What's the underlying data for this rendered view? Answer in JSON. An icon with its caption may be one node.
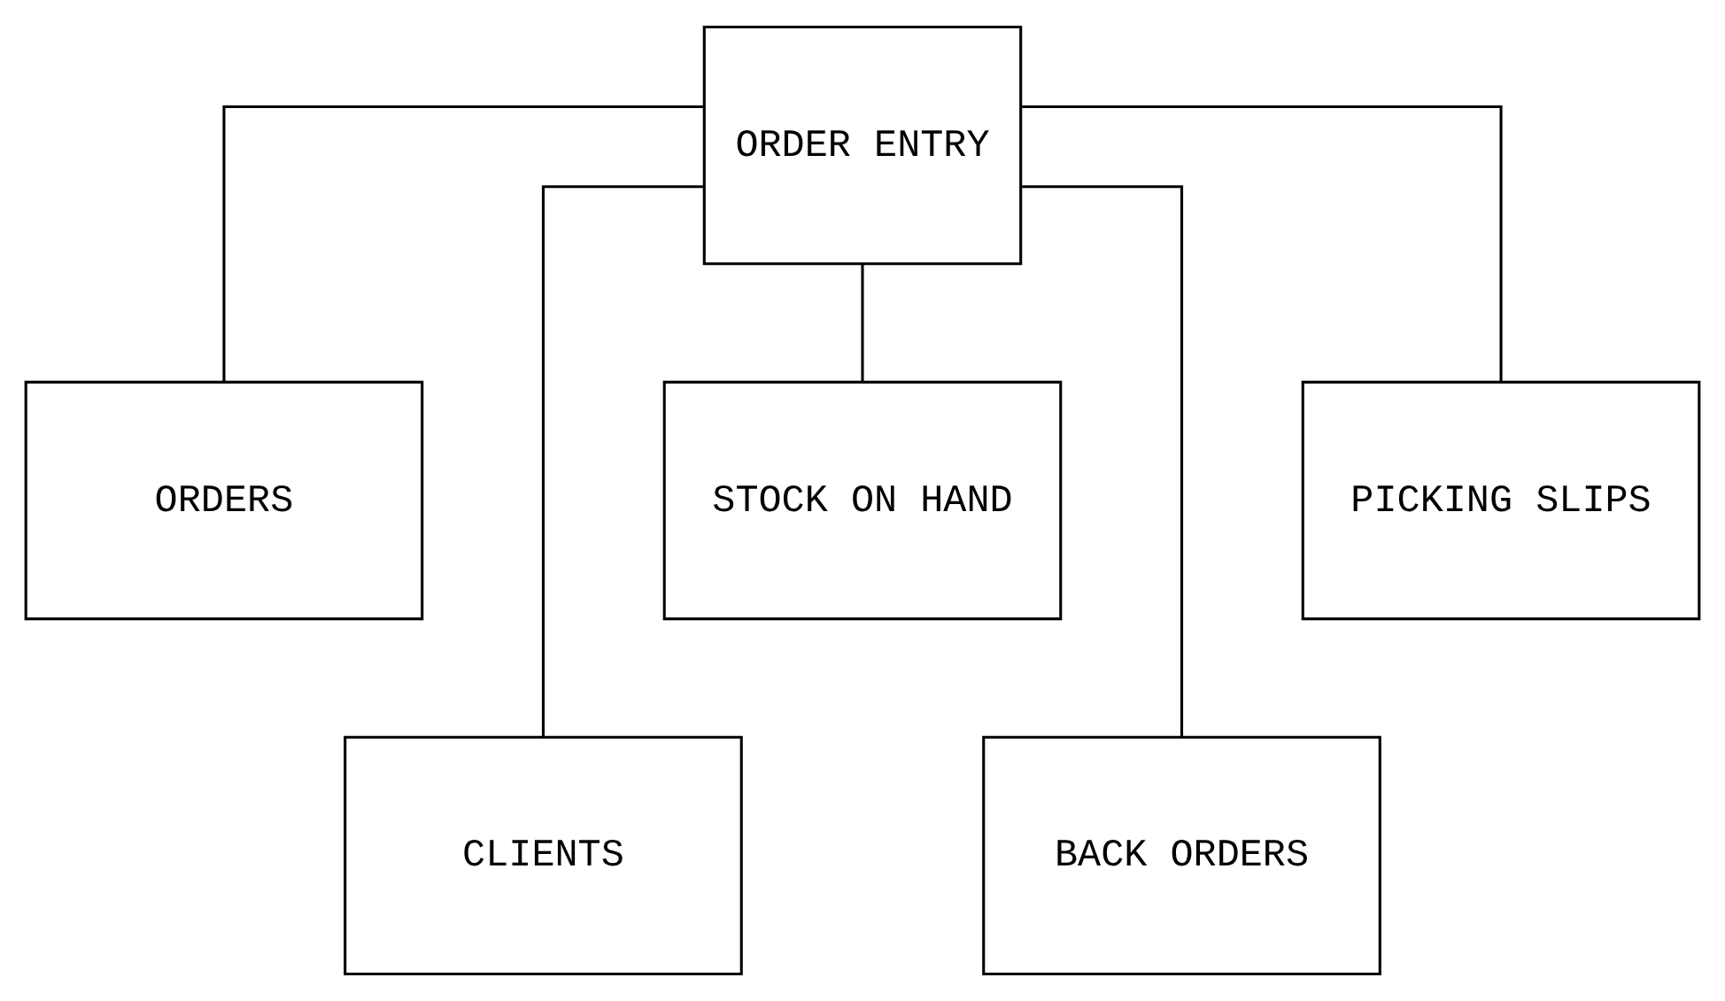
{
  "diagram": {
    "nodes": [
      {
        "text": [
          "ORDER ENTRY"
        ]
      },
      {
        "text": [
          "ORDERS"
        ]
      },
      {
        "text": [
          "CLIENTS"
        ]
      },
      {
        "text": [
          "STOCK ON HAND"
        ]
      },
      {
        "text": [
          "BACK ORDERS"
        ]
      },
      {
        "text": [
          "PICKING SLIPS"
        ]
      }
    ],
    "edges": [
      {
        "from": 0,
        "to": 1,
        "arrow": "none"
      },
      {
        "from": 0,
        "to": 2,
        "arrow": "none"
      },
      {
        "from": 0,
        "to": 3,
        "arrow": "none"
      },
      {
        "from": 0,
        "to": 4,
        "arrow": "none"
      },
      {
        "from": 0,
        "to": 5,
        "arrow": "none"
      }
    ]
  }
}
